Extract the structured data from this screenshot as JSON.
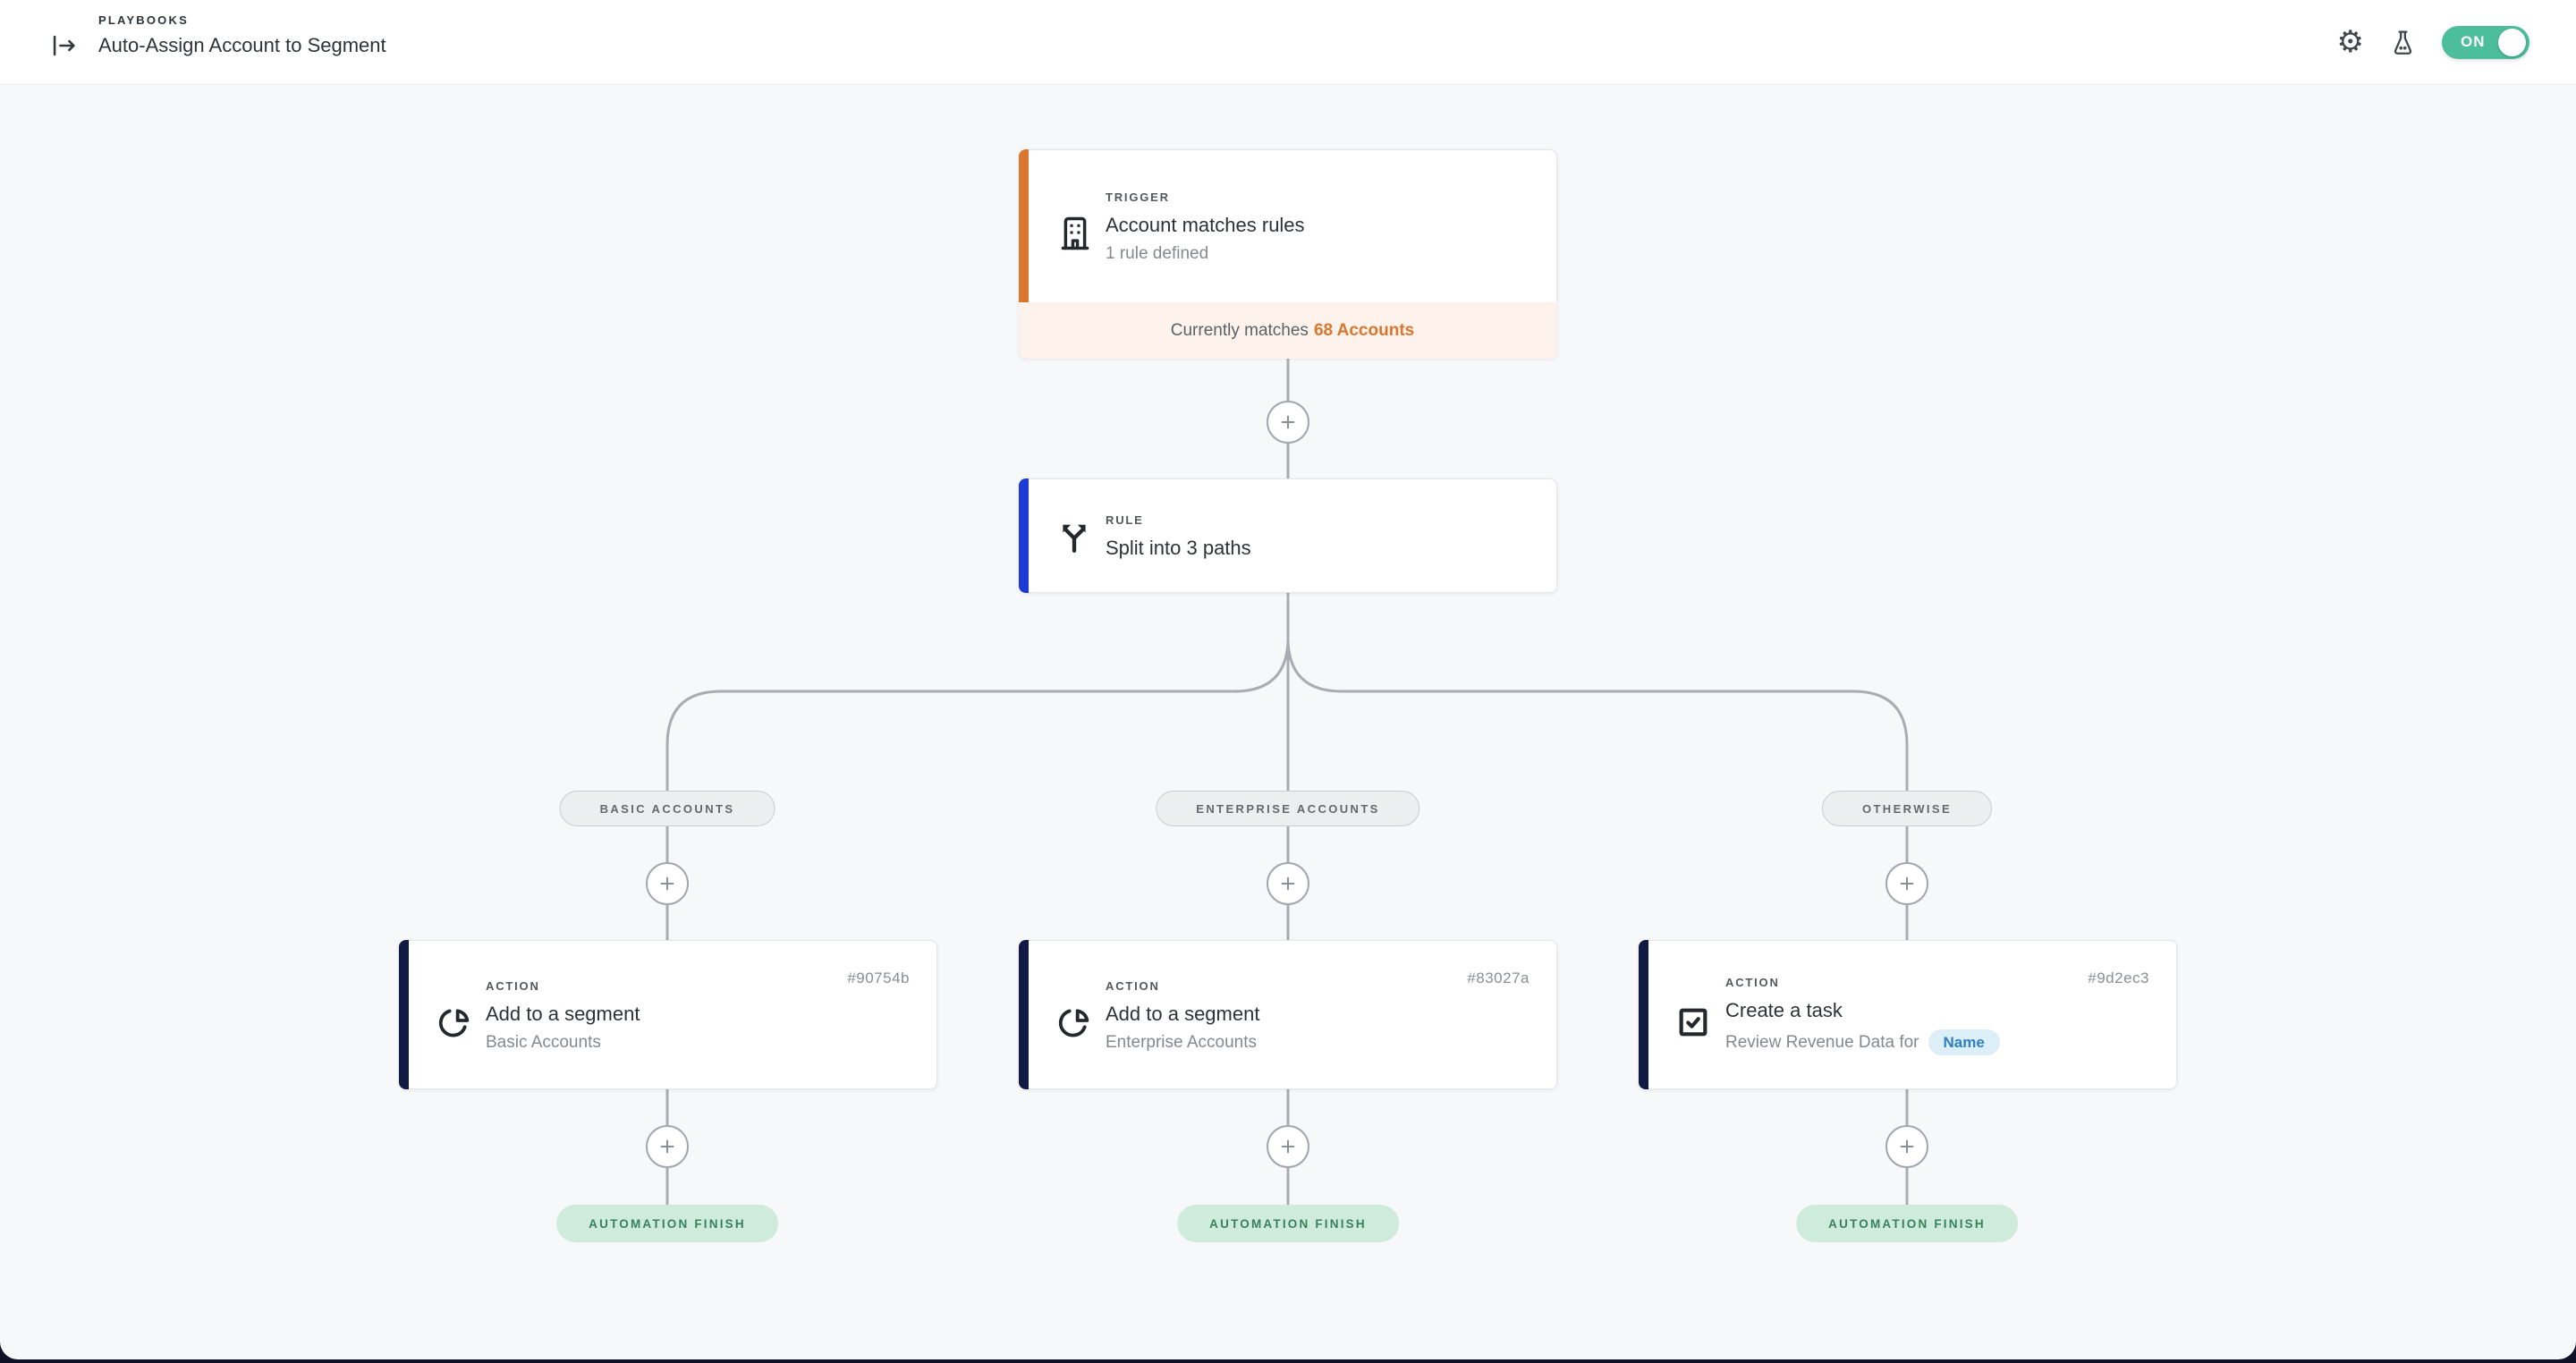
{
  "header": {
    "eyebrow": "PLAYBOOKS",
    "title": "Auto-Assign Account to Segment",
    "toggle_label": "ON"
  },
  "colors": {
    "trigger_accent": "#D9762F",
    "rule_accent": "#1C3BD4",
    "action_accent": "#111A45",
    "toggle_on": "#4DBE9B",
    "trigger_footer_bg": "#FDF3EC",
    "match_highlight": "#D9762F",
    "chip_bg": "#DCEEF8",
    "chip_text": "#2F80C2",
    "finish_pill_bg": "#CFEBDC",
    "finish_pill_text": "#37825B",
    "canvas_bg": "#F7F8FA",
    "connector": "#A9ADB3"
  },
  "trigger": {
    "type_label": "TRIGGER",
    "title": "Account matches rules",
    "subtitle": "1 rule defined",
    "footer_prefix": "Currently matches",
    "footer_value": "68 Accounts"
  },
  "rule": {
    "type_label": "RULE",
    "title": "Split into 3 paths"
  },
  "branches": [
    {
      "path_label": "BASIC ACCOUNTS",
      "action": {
        "type_label": "ACTION",
        "ref": "#90754b",
        "title": "Add to a segment",
        "subtitle": "Basic Accounts"
      },
      "finish_label": "AUTOMATION FINISH"
    },
    {
      "path_label": "ENTERPRISE ACCOUNTS",
      "action": {
        "type_label": "ACTION",
        "ref": "#83027a",
        "title": "Add to a segment",
        "subtitle": "Enterprise Accounts"
      },
      "finish_label": "AUTOMATION FINISH"
    },
    {
      "path_label": "OTHERWISE",
      "action": {
        "type_label": "ACTION",
        "ref": "#9d2ec3",
        "title": "Create a task",
        "subtitle": "Review Revenue Data for",
        "chip": "Name"
      },
      "finish_label": "AUTOMATION FINISH"
    }
  ]
}
